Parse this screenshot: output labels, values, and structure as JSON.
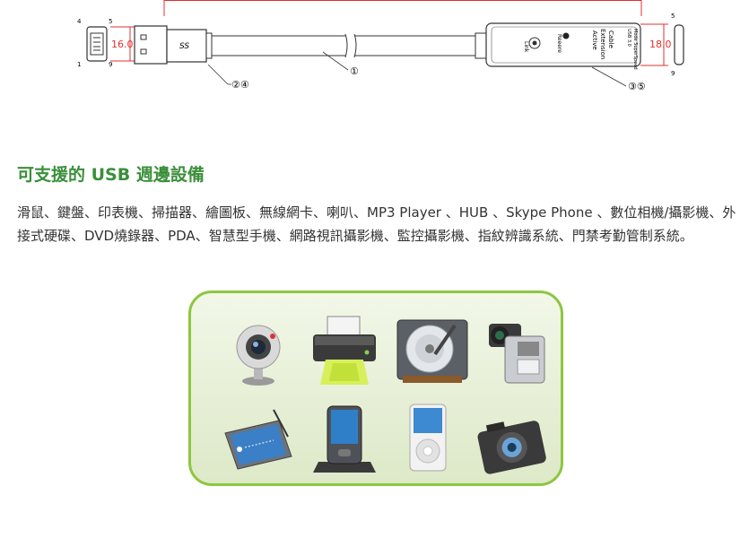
{
  "diagram": {
    "dim_left": "16.0",
    "dim_right": "18.0",
    "pin_labels": [
      "4",
      "5",
      "1",
      "9",
      "5",
      "9"
    ],
    "callout_1": "①",
    "callout_24": "②④",
    "callout_35": "③⑤",
    "plug_logo": "SS",
    "box_text": [
      "Active",
      "Extension",
      "Cable"
    ],
    "box_small": "USB 3.0",
    "box_small2": "Mode SuperSpeed",
    "led_label": "Link",
    "brand_text": "Reeere"
  },
  "section": {
    "heading": "可支援的 USB 週邊設備",
    "paragraph": "滑鼠、鍵盤、印表機、掃描器、繪圖板、無線網卡、喇叭、MP3 Player 、HUB 、Skype Phone 、數位相機/攝影機、外接式硬碟、DVD燒錄器、PDA、智慧型手機、網路視訊攝影機、監控攝影機、指紋辨識系統、門禁考勤管制系統。"
  },
  "devices": [
    "webcam-icon",
    "printer-icon",
    "hard-drive-icon",
    "camcorder-icon",
    "tablet-icon",
    "pda-icon",
    "mp3-player-icon",
    "camera-icon"
  ],
  "colors": {
    "heading": "#3a8f3a",
    "panel_border": "#8dc63f",
    "dimension": "#e03030"
  }
}
